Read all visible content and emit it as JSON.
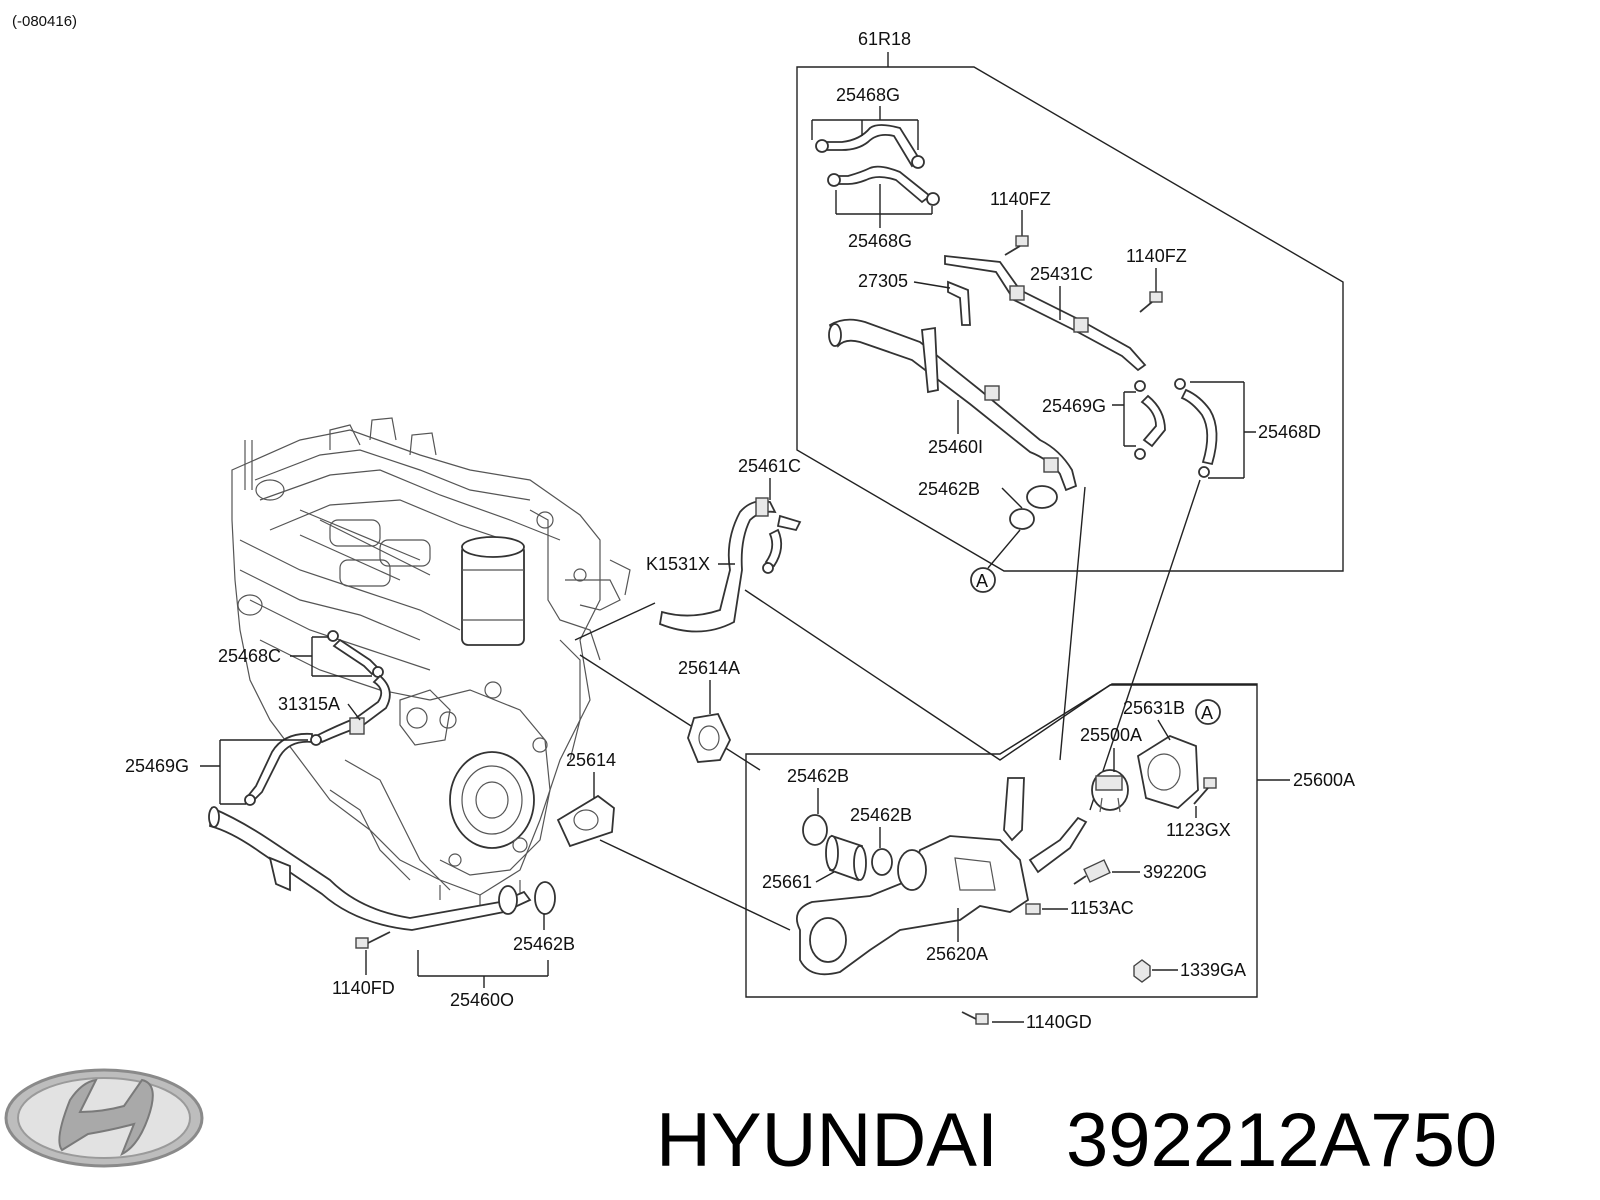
{
  "revision_code": "(-080416)",
  "group_code": "61R18",
  "callout_marker": "A",
  "brand_name": "HYUNDAI",
  "part_number": "392212A750",
  "labels": {
    "p25468G_top": "25468G",
    "p25468G_bottom": "25468G",
    "p1140FZ_a": "1140FZ",
    "p1140FZ_b": "1140FZ",
    "p27305": "27305",
    "p25431C": "25431C",
    "p25469G_right": "25469G",
    "p25468D": "25468D",
    "p25460I": "25460I",
    "p25462B_top": "25462B",
    "p25461C": "25461C",
    "pK1531X": "K1531X",
    "p25468C": "25468C",
    "p31315A": "31315A",
    "p25469G_left": "25469G",
    "p25614A": "25614A",
    "p25614": "25614",
    "p25631B": "25631B",
    "p25500A": "25500A",
    "p25600A": "25600A",
    "p25462B_mid1": "25462B",
    "p25462B_mid2": "25462B",
    "p1123GX": "1123GX",
    "p25661": "25661",
    "p39220G": "39220G",
    "p1153AC": "1153AC",
    "p25620A": "25620A",
    "p1339GA": "1339GA",
    "p1140GD": "1140GD",
    "p25462B_left": "25462B",
    "p1140FD": "1140FD",
    "p25460O": "25460O"
  }
}
